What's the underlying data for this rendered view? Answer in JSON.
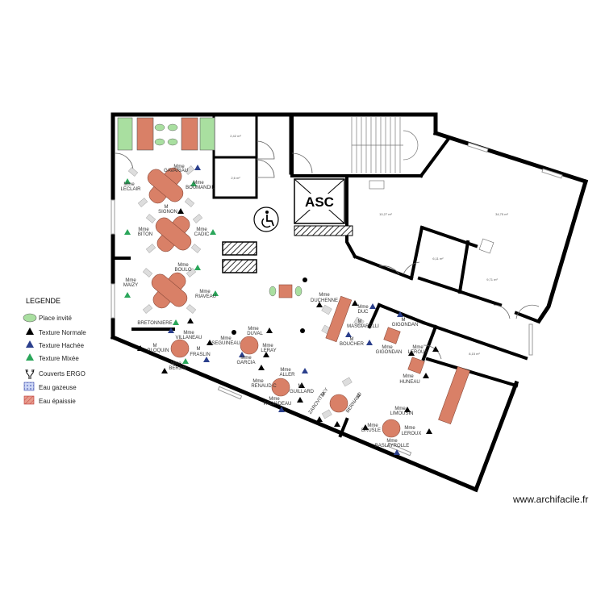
{
  "asc_label": "ASC",
  "watermark": "www.archifacile.fr",
  "legend": {
    "title": "LEGENDE",
    "items": [
      {
        "label": "Place invité",
        "icon": "guest-seat-icon"
      },
      {
        "label": "Texture Normale",
        "icon": "black-triangle-icon"
      },
      {
        "label": "Texture Hachée",
        "icon": "blue-triangle-icon"
      },
      {
        "label": "Texture Mixée",
        "icon": "green-triangle-icon"
      },
      {
        "label": "Couverts ERGO",
        "icon": "cutlery-icon"
      },
      {
        "label": "Eau gazeuse",
        "icon": "sparkling-water-icon"
      },
      {
        "label": "Eau épaissie",
        "icon": "thickened-water-icon"
      }
    ]
  },
  "area_labels": [
    "2,42 m²",
    "2,6 m²",
    "10,27 m²",
    "34,75 m²",
    "6,11 m²",
    "9,71 m²",
    "8,15 m²"
  ],
  "names": {
    "n01": "Mme",
    "n02": "GAVARIAU",
    "n03": "Mme",
    "n04": "BOUMANDIL",
    "n05": "Mme",
    "n06": "LECLAIR",
    "n07": "M",
    "n08": "SIGNON",
    "n09": "Mme",
    "n10": "BITON",
    "n11": "Mme",
    "n12": "CADIC",
    "n13": "Mme",
    "n14": "BOULO",
    "n15": "Mme",
    "n16": "MAIZY",
    "n17": "Mme",
    "n18": "RIAVEAU",
    "n19": "BRETONNIERE",
    "n20": "Mme",
    "n21": "VILLANEAU",
    "n22": "M",
    "n23": "PLOQUIN",
    "n24": "M",
    "n25": "FRASLIN",
    "n26": "Mme",
    "n27": "BERJIN",
    "n28": "Mme",
    "n29": "SEGUINEAU",
    "n30": "Mme",
    "n31": "DUVAL",
    "n32": "Mme",
    "n33": "LERAY",
    "n34": "Mme",
    "n35": "GARCIA",
    "n36": "Mme",
    "n37": "RENAUD C",
    "n38": "Mme",
    "n39": "ALLER",
    "n40": "M",
    "n41": "GUILLARD",
    "n42": "Mme",
    "n43": "PALVADEAU",
    "n44": "Mme",
    "n45": "DUCHENNE",
    "n46": "Mme",
    "n47": "DUC",
    "n48": "M",
    "n49": "MASCIARELLI",
    "n50": "M",
    "n51": "BOUCHER",
    "n52": "M",
    "n53": "GIGONDAN",
    "n54": "Mme",
    "n55": "GIGONDAN",
    "n56": "Mme",
    "n57": "LEROUX",
    "n58": "Mme",
    "n59": "HUNEAU",
    "n60": "M",
    "n61": "ZAROVITSKY",
    "n62": "M",
    "n63": "BERNAUD",
    "n64": "Mme",
    "n65": "LIMOUSIN",
    "n66": "Mme",
    "n67": "BRUSLE",
    "n68": "Mme",
    "n69": "LEROUX",
    "n70": "Mme",
    "n71": "BASLAYROLLE"
  },
  "colors": {
    "wall": "#000000",
    "table": "#d98067",
    "guest_seat": "#a9dfa0",
    "texture_normale": "#000000",
    "texture_hachee": "#2b3f8c",
    "texture_mixee": "#2aa65a"
  }
}
